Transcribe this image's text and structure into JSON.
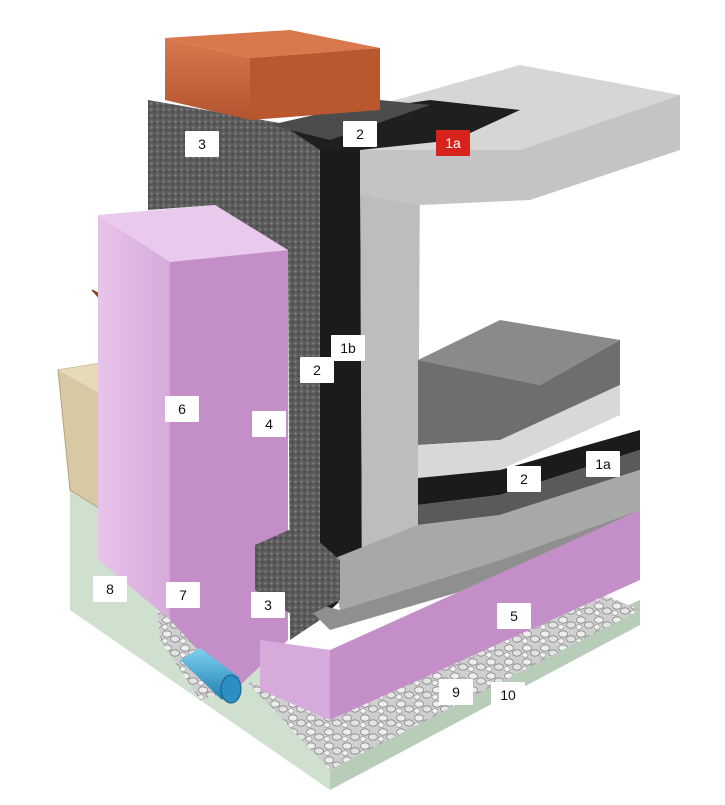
{
  "labels": {
    "l1a_top": "1a",
    "l1a_floor": "1a",
    "l1b": "1b",
    "l2_top": "2",
    "l2_wall": "2",
    "l2_floor": "2",
    "l3_top": "3",
    "l3_bottom": "3",
    "l4": "4",
    "l5": "5",
    "l6": "6",
    "l7": "7",
    "l8": "8",
    "l9": "9",
    "l10": "10"
  },
  "colors": {
    "highlight_label": "#d8231c",
    "concrete": "#bdbdbd",
    "membrane": "#1b1b1b",
    "insulation_xps": "#c48fc8",
    "dimple_sheet": "#b24f2a",
    "brick": "#c8643a",
    "soil": "#cfe0cf",
    "gravel": "#d9d9d9",
    "drain_pipe": "#3aa8d8"
  }
}
